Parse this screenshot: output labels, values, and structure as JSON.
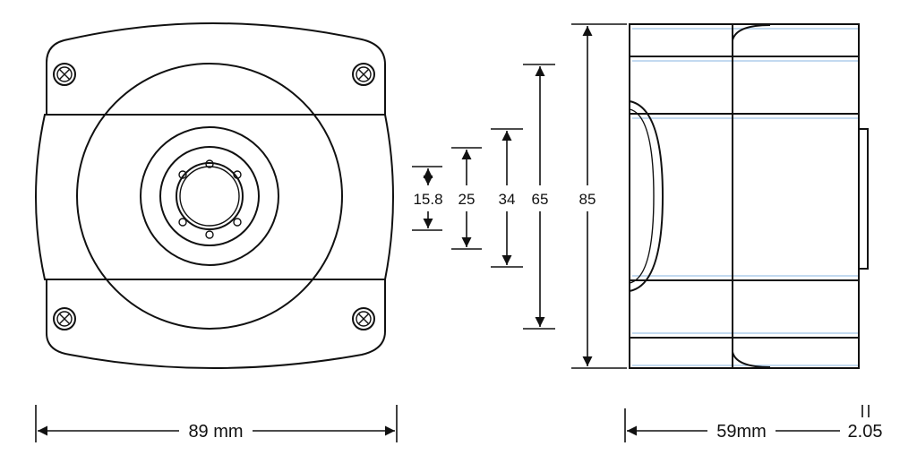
{
  "dimensions": {
    "width_front": "89 mm",
    "width_side": "59mm",
    "protrusion": "2.05",
    "heights": [
      "15.8",
      "25",
      "34",
      "65",
      "85"
    ]
  },
  "colors": {
    "line": "#111111",
    "highlight": "#9fc3e6"
  }
}
